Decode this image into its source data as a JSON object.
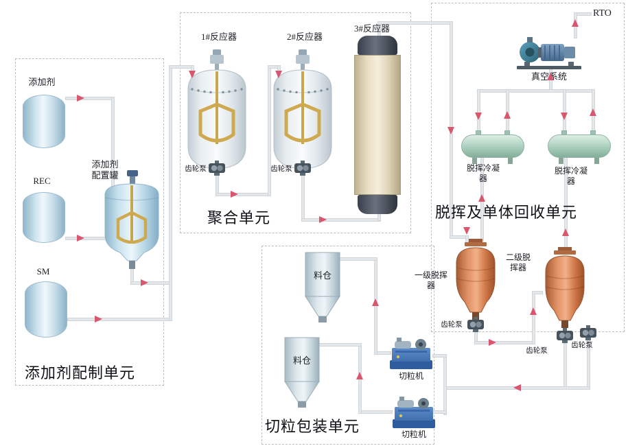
{
  "units": {
    "additive": {
      "title": "添加剂配制单元"
    },
    "polymerization": {
      "title": "聚合单元"
    },
    "devolatilization": {
      "title": "脱挥及单体回收单元"
    },
    "pelletizing": {
      "title": "切粒包装单元"
    }
  },
  "equipment": {
    "additive_tank": {
      "label": "添加剂"
    },
    "rec_tank": {
      "label": "REC"
    },
    "sm_tank": {
      "label": "SM"
    },
    "config_tank": {
      "label": "添加剂配置罐"
    },
    "reactor1": {
      "label": "1#反应器"
    },
    "reactor2": {
      "label": "2#反应器"
    },
    "reactor3": {
      "label": "3#反应器"
    },
    "gear_pump": {
      "label": "齿轮泵"
    },
    "rto": {
      "label": "RTO"
    },
    "vacuum_system": {
      "label": "真空系统"
    },
    "condenser": {
      "label": "脱挥冷凝器"
    },
    "devol_stage1": {
      "label": "一级脱挥器"
    },
    "devol_stage2": {
      "label": "二级脱挥器"
    },
    "silo": {
      "label": "料仓"
    },
    "pelletizer": {
      "label": "切粒机"
    }
  },
  "colors": {
    "arrow_pink": "#d9566f",
    "pipe_gray": "#e4e8eb",
    "tank_blue": "#bcd8e6",
    "column_cream": "#ece2c6",
    "condenser_green": "#b2d4c4",
    "devolatilizer_orange": "#e0905f",
    "pelletizer_blue": "#4a7cc0"
  }
}
